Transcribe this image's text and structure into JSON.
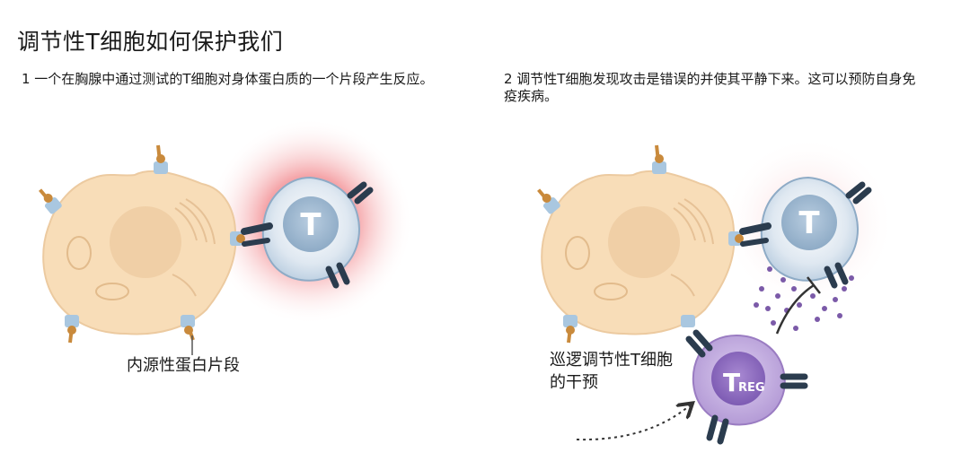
{
  "title": "调节性T细胞如何保护我们",
  "panel1": {
    "caption": "1 一个在胸腺中通过测试的T细胞对身体蛋白质的一个片段产生反应。",
    "label_endogenous": "内源性蛋白片段",
    "t_cell_letter": "T"
  },
  "panel2": {
    "caption": "2 调节性T细胞发现攻击是错误的并使其平静下来。这可以预防自身免疫疾病。",
    "label_treg": "巡逻调节性T细胞的干预",
    "t_cell_letter": "T",
    "treg_letter": "T",
    "treg_subscript": "REG"
  },
  "colors": {
    "body_cell": "#f8ddb8",
    "t_cell": "#c5d6e6",
    "treg_cell": "#9a7cc2",
    "inflammation": "#e8505b",
    "receptor": "#2b3c4e",
    "peptide": "#c98a3c"
  }
}
